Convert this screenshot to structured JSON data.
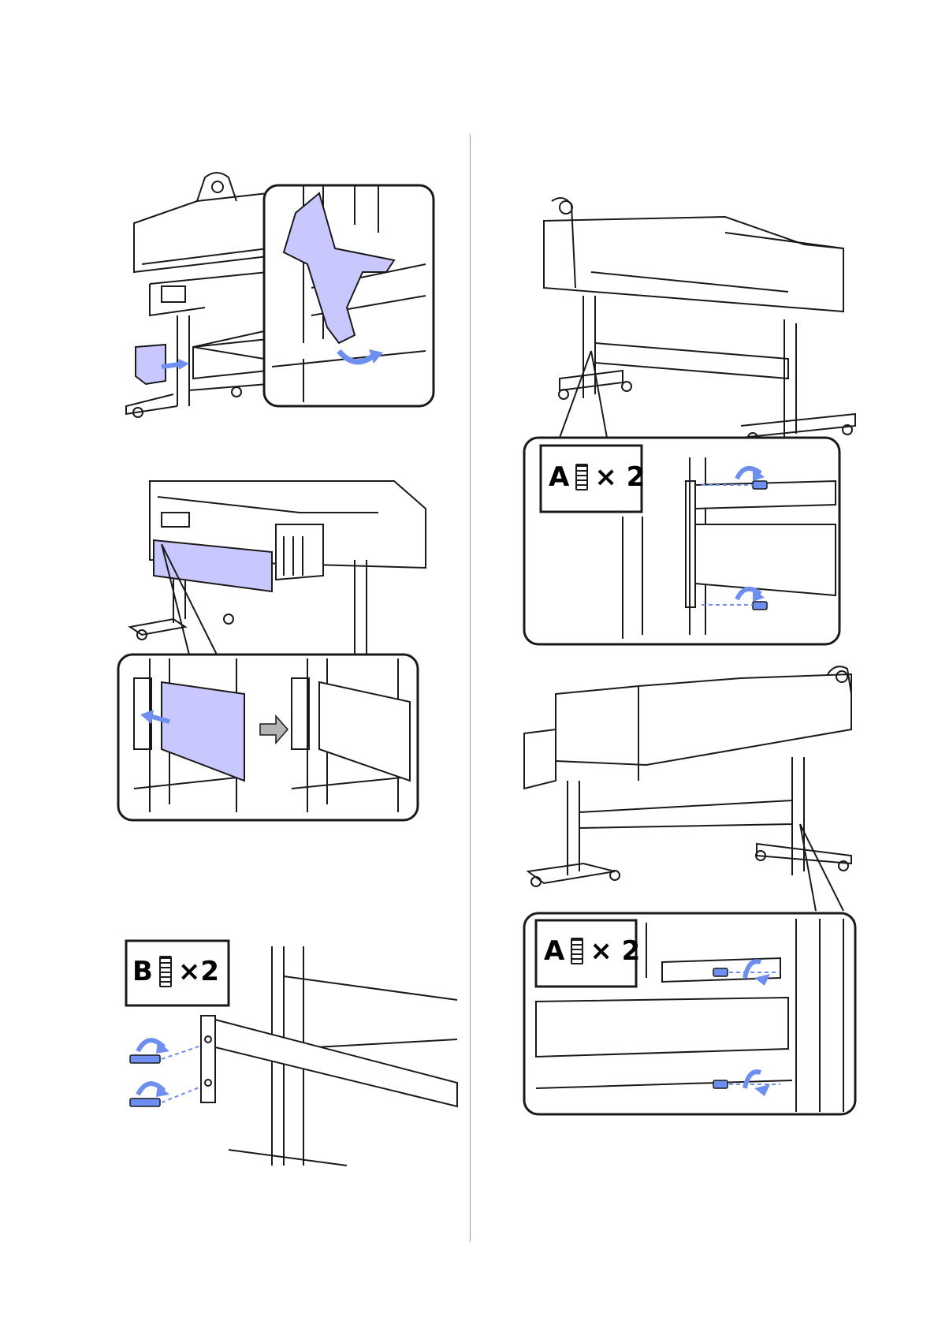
{
  "colors": {
    "highlight": "#c8c8ff",
    "arrow": "#6e8ff0",
    "line": "#1a1a1a",
    "divider": "#9a9a9a",
    "gray_arrow": "#b4b4b4"
  },
  "callouts": {
    "step_b": {
      "letter": "B",
      "qty": "×2",
      "icon": "bolt-icon"
    },
    "step_right_1": {
      "letter": "A",
      "qty": "× 2",
      "icon": "bolt-icon"
    },
    "step_right_2": {
      "letter": "A",
      "qty": "× 2",
      "icon": "bolt-icon"
    }
  }
}
